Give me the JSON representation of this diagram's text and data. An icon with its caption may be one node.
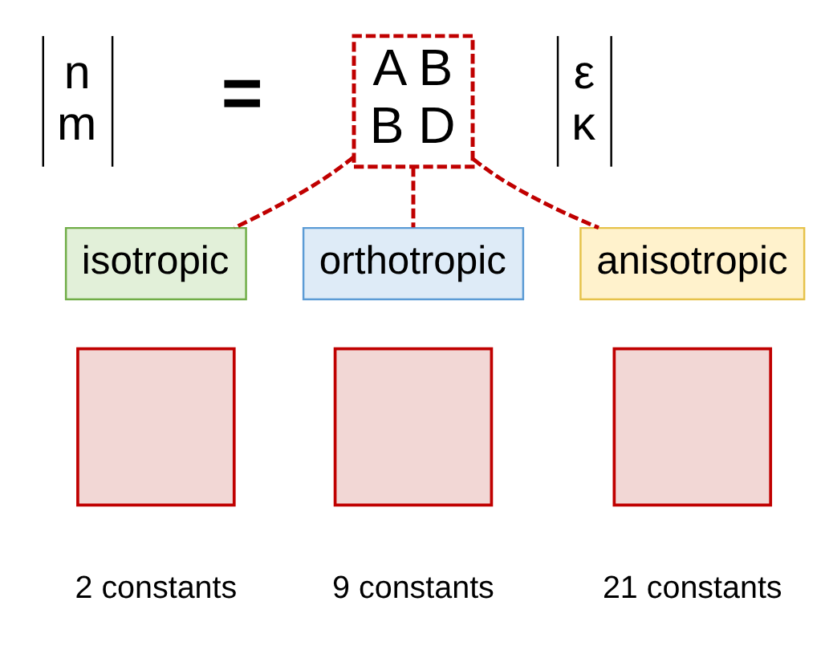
{
  "diagram": {
    "nodes": [
      {
        "text": [
          "A B",
          "B D"
        ]
      },
      {
        "text": [
          "isotropic"
        ]
      },
      {
        "text": [
          "orthotropic"
        ]
      },
      {
        "text": [
          "anisotropic"
        ]
      },
      {
        "text": [],
        "shape": "box"
      },
      {
        "text": [],
        "shape": "box"
      },
      {
        "text": [],
        "shape": "box"
      }
    ],
    "edges": [
      {
        "from": 0,
        "to": 1,
        "arrow": "none",
        "style": "dashed",
        "color": "#c00000"
      },
      {
        "from": 0,
        "to": 2,
        "arrow": "none",
        "style": "dashed",
        "color": "#c00000"
      },
      {
        "from": 0,
        "to": 3,
        "arrow": "none",
        "style": "dashed",
        "color": "#c00000"
      }
    ],
    "labels": [
      "n",
      "m",
      "=",
      "ε",
      "κ",
      "2 constants",
      "9 constants",
      "21 constants"
    ]
  }
}
